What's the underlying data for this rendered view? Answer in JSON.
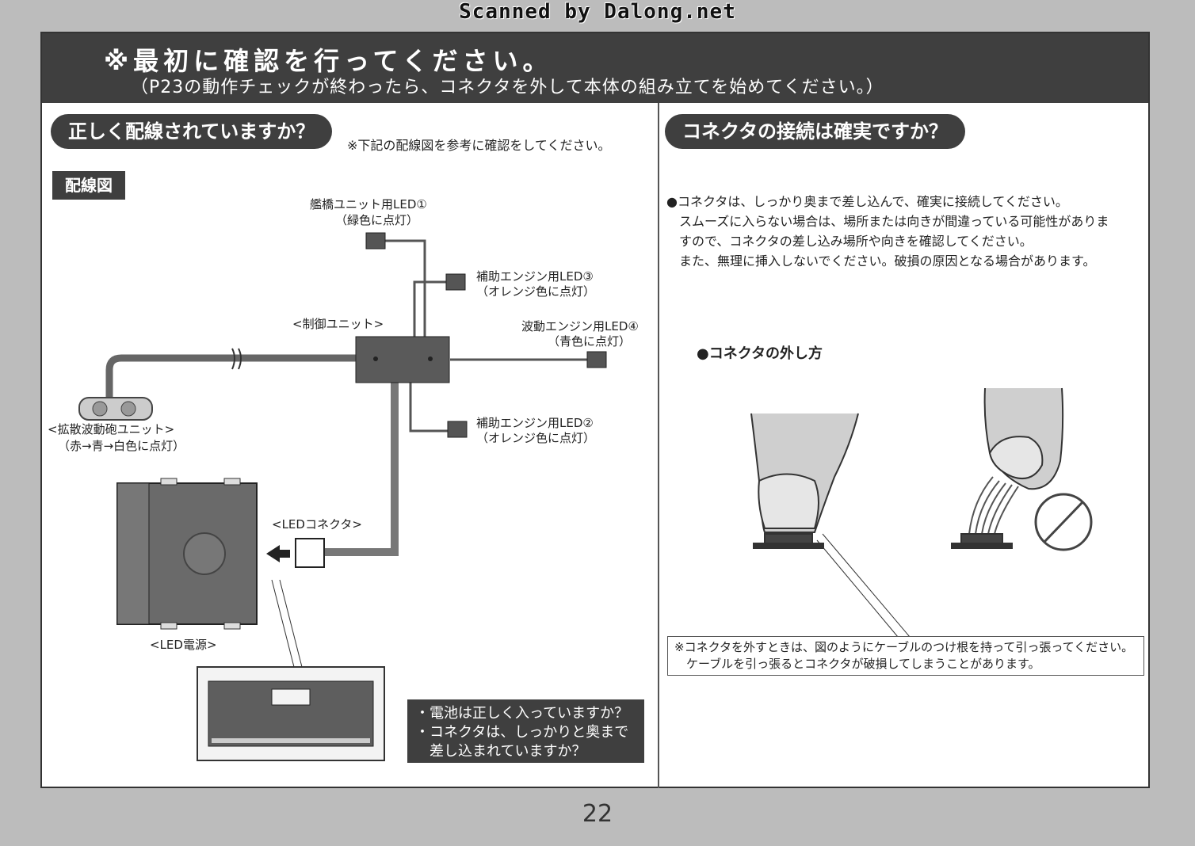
{
  "scan_credit": "Scanned by Dalong.net",
  "header": {
    "title": "※最初に確認を行ってください。",
    "subtitle": "（P23の動作チェックが終わったら、コネクタを外して本体の組み立てを始めてください。）"
  },
  "left": {
    "heading": "正しく配線されていますか？",
    "note": "※下記の配線図を参考に確認をしてください。",
    "diagram_tag": "配線図",
    "labels": {
      "bridge_led_1": "艦橋ユニット用LED①",
      "bridge_led_1_color": "（緑色に点灯）",
      "aux_engine_led_3": "補助エンジン用LED③",
      "aux_engine_led_3_color": "（オレンジ色に点灯）",
      "control_unit": "<制御ユニット>",
      "wave_engine_led_4": "波動エンジン用LED④",
      "wave_engine_led_4_color": "（青色に点灯）",
      "aux_engine_led_2": "補助エンジン用LED②",
      "aux_engine_led_2_color": "（オレンジ色に点灯）",
      "diffusion_cannon": "<拡散波動砲ユニット>",
      "diffusion_cannon_color": "（赤→青→白色に点灯）",
      "led_connector": "<LEDコネクタ>",
      "led_power": "<LED電源>"
    },
    "check_box": {
      "line1": "・電池は正しく入っていますか？",
      "line2": "・コネクタは、しっかりと奥まで",
      "line3": "　差し込まれていますか？"
    }
  },
  "right": {
    "heading": "コネクタの接続は確実ですか？",
    "bullets": [
      "●コネクタは、しっかり奥まで差し込んで、確実に接続してください。",
      "　スムーズに入らない場合は、場所または向きが間違っている可能性がありま",
      "　すので、コネクタの差し込み場所や向きを確認してください。",
      "　また、無理に挿入しないでください。破損の原因となる場合があります。"
    ],
    "howto_title": "●コネクタの外し方",
    "caution": {
      "line1": "※コネクタを外すときは、図のようにケーブルのつけ根を持って引っ張ってください。",
      "line2": "　ケーブルを引っ張るとコネクタが破損してしまうことがあります。"
    }
  },
  "page_number": "22"
}
